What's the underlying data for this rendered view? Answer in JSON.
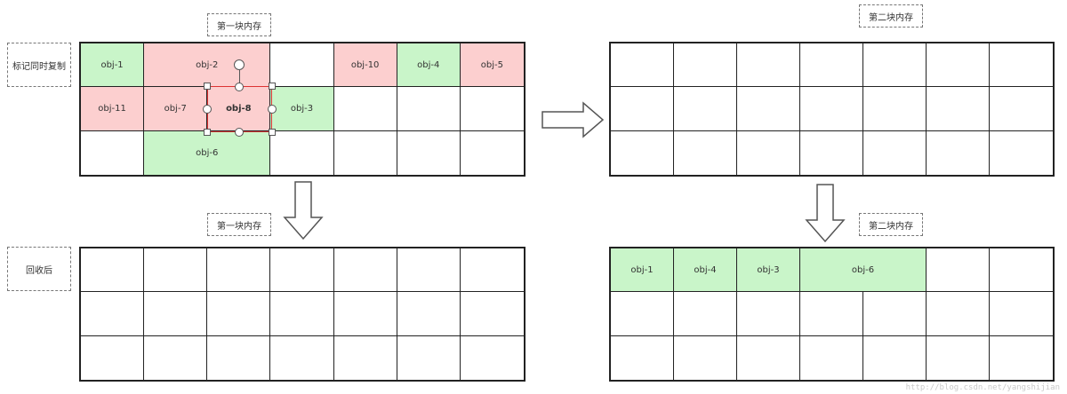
{
  "labels": {
    "mem1_top": "第一块内存",
    "mem2_top": "第二块内存",
    "mem1_bottom": "第一块内存",
    "mem2_bottom": "第二块内存",
    "mark_copy": "标记同时复制",
    "after_gc": "回收后"
  },
  "colors": {
    "live": "#c9f5c9",
    "garbage": "#fccfcf",
    "empty": "#ffffff",
    "grid_line": "#222222",
    "selection": "#dd3333"
  },
  "grid_config": {
    "rows": 3,
    "cols": 7
  },
  "top_left_grid": {
    "cells": [
      {
        "label": "obj-1",
        "state": "live",
        "row": 0,
        "col": 0,
        "span": 1
      },
      {
        "label": "obj-2",
        "state": "garbage",
        "row": 0,
        "col": 1,
        "span": 2
      },
      {
        "label": "",
        "state": "empty",
        "row": 0,
        "col": 3,
        "span": 1
      },
      {
        "label": "obj-10",
        "state": "garbage",
        "row": 0,
        "col": 4,
        "span": 1
      },
      {
        "label": "obj-4",
        "state": "live",
        "row": 0,
        "col": 5,
        "span": 1
      },
      {
        "label": "obj-5",
        "state": "garbage",
        "row": 0,
        "col": 6,
        "span": 1
      },
      {
        "label": "obj-11",
        "state": "garbage",
        "row": 1,
        "col": 0,
        "span": 1
      },
      {
        "label": "obj-7",
        "state": "garbage",
        "row": 1,
        "col": 1,
        "span": 1
      },
      {
        "label": "obj-8",
        "state": "garbage",
        "row": 1,
        "col": 2,
        "span": 1,
        "selected": true
      },
      {
        "label": "obj-3",
        "state": "live",
        "row": 1,
        "col": 3,
        "span": 1
      },
      {
        "label": "",
        "state": "empty",
        "row": 1,
        "col": 4,
        "span": 1
      },
      {
        "label": "",
        "state": "empty",
        "row": 1,
        "col": 5,
        "span": 1
      },
      {
        "label": "",
        "state": "empty",
        "row": 1,
        "col": 6,
        "span": 1
      },
      {
        "label": "",
        "state": "empty",
        "row": 2,
        "col": 0,
        "span": 1
      },
      {
        "label": "obj-6",
        "state": "live",
        "row": 2,
        "col": 1,
        "span": 2
      },
      {
        "label": "",
        "state": "empty",
        "row": 2,
        "col": 3,
        "span": 1
      },
      {
        "label": "",
        "state": "empty",
        "row": 2,
        "col": 4,
        "span": 1
      },
      {
        "label": "",
        "state": "empty",
        "row": 2,
        "col": 5,
        "span": 1
      },
      {
        "label": "",
        "state": "empty",
        "row": 2,
        "col": 6,
        "span": 1
      }
    ]
  },
  "top_right_grid": {
    "cells": []
  },
  "bottom_left_grid": {
    "cells": []
  },
  "bottom_right_grid": {
    "cells": [
      {
        "label": "obj-1",
        "state": "live",
        "row": 0,
        "col": 0,
        "span": 1
      },
      {
        "label": "obj-4",
        "state": "live",
        "row": 0,
        "col": 1,
        "span": 1
      },
      {
        "label": "obj-3",
        "state": "live",
        "row": 0,
        "col": 2,
        "span": 1
      },
      {
        "label": "obj-6",
        "state": "live",
        "row": 0,
        "col": 3,
        "span": 2
      }
    ]
  },
  "watermark": "http://blog.csdn.net/yangshijian"
}
